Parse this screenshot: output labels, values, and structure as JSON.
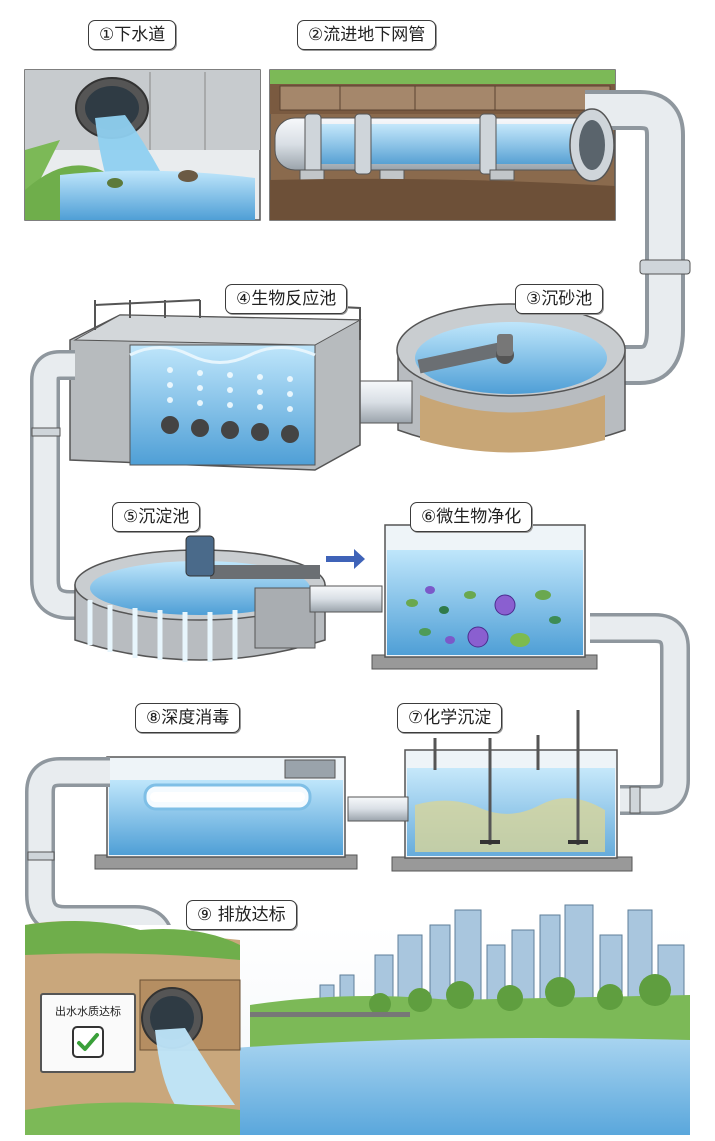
{
  "steps": [
    {
      "label": "①下水道"
    },
    {
      "label": "②流进地下网管"
    },
    {
      "label": "③沉砂池"
    },
    {
      "label": "④生物反应池"
    },
    {
      "label": "⑤沉淀池"
    },
    {
      "label": "⑥微生物净化"
    },
    {
      "label": "⑦化学沉淀"
    },
    {
      "label": "⑧深度消毒"
    },
    {
      "label": "⑨ 排放达标"
    }
  ],
  "sign": {
    "text": "出水水质达标",
    "icon": "check-icon"
  },
  "colors": {
    "water": "#7cc4ea",
    "pipe": "#dfe5ea",
    "grass": "#7cb957",
    "concrete": "#b8bcc0"
  }
}
